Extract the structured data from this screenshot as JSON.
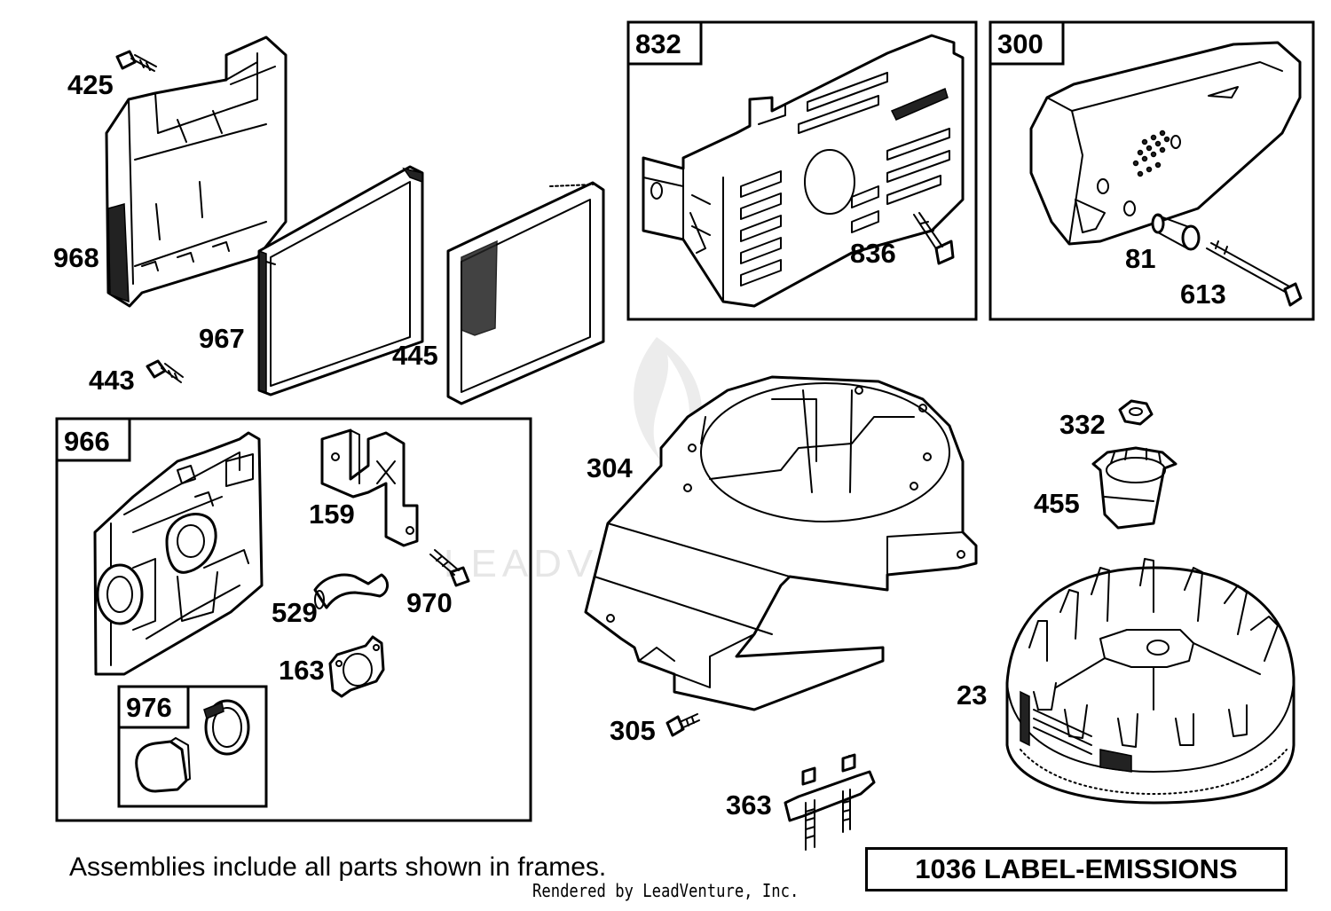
{
  "watermark": "LEADVENTURE",
  "frames": {
    "f832": "832",
    "f300": "300",
    "f966": "966",
    "f976": "976"
  },
  "labels": {
    "p425": "425",
    "p968": "968",
    "p967": "967",
    "p445": "445",
    "p443": "443",
    "p836": "836",
    "p81": "81",
    "p613": "613",
    "p304": "304",
    "p332": "332",
    "p455": "455",
    "p159": "159",
    "p529": "529",
    "p970": "970",
    "p163": "163",
    "p23": "23",
    "p305": "305",
    "p363": "363"
  },
  "footer": {
    "note": "Assemblies include all parts shown in frames.",
    "credit": "Rendered by LeadVenture, Inc.",
    "emission_label": "1036 LABEL-EMISSIONS"
  }
}
